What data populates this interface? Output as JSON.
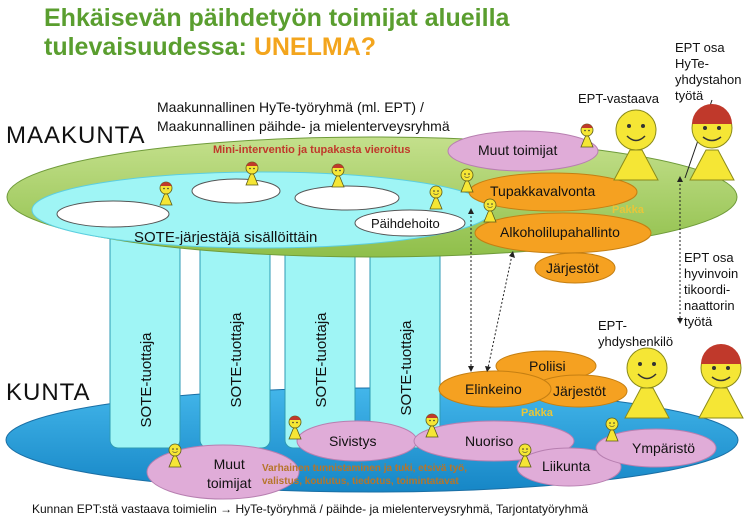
{
  "title": {
    "line1": "Ehkäisevän päihdetyön toimijat alueilla",
    "line2_prefix": "tulevaisuudessa: ",
    "line2_highlight": "UNELMA?"
  },
  "levels": {
    "maakunta": "MAAKUNTA",
    "kunta": "KUNTA"
  },
  "maakunta_group": {
    "line1": "Maakunnallinen HyTe-työryhmä (ml. EPT) /",
    "line2": "Maakunnallinen päihde- ja mielenterveysryhmä"
  },
  "mini_intervention": "Mini-interventio ja tupakasta vieroitus",
  "sote_integrator": "SOTE-järjestäjä sisällöittäin",
  "paihdehoito": "Päihdehoito",
  "sote_producer": "SOTE-tuottaja",
  "maakunta_actors": {
    "muut": "Muut toimijat",
    "tupakka": "Tupakkavalvonta",
    "pakka": "Pakka",
    "alkoholi": "Alkoholilupahallinto",
    "jarjestot": "Järjestöt"
  },
  "roles": {
    "ept_vastaava": "EPT-vastaava",
    "hyte_line1": "EPT osa",
    "hyte_line2": "HyTe-",
    "hyte_line3": "yhdystahon",
    "hyte_line4": "työtä",
    "hyv_line1": "EPT osa",
    "hyv_line2": "hyvinvoin",
    "hyv_line3": "tikoordi-",
    "hyv_line4": "naattorin",
    "hyv_line5": "työtä",
    "yhd_line1": "EPT-",
    "yhd_line2": "yhdyshenkilö"
  },
  "kunta_actors": {
    "poliisi": "Poliisi",
    "elinkeino": "Elinkeino",
    "jarjestot": "Järjestöt",
    "pakka": "Pakka",
    "sivistys": "Sivistys",
    "nuoriso": "Nuoriso",
    "muut_line1": "Muut",
    "muut_line2": "toimijat",
    "liikunta": "Liikunta",
    "ymparisto": "Ympäristö"
  },
  "early_support": {
    "line1": "Varhainen tunnistaminen ja tuki, etsivä työ,",
    "line2": "valistus, koulutus, tiedotus, toimintatavat"
  },
  "footer": "Kunnan EPT:stä vastaava toimielin → HyTe-työryhmä / päihde- ja mielenterveysryhmä, Tarjontatyöryhmä",
  "colors": {
    "title_green": "#5a9e2f",
    "accent_orange": "#f3a51d",
    "maakunta_green": "#a9cf68",
    "kunta_blue": "#2da3dd",
    "cyan": "#9ff5f5",
    "pink": "#e0acd8",
    "orange_actor": "#f5a121"
  }
}
